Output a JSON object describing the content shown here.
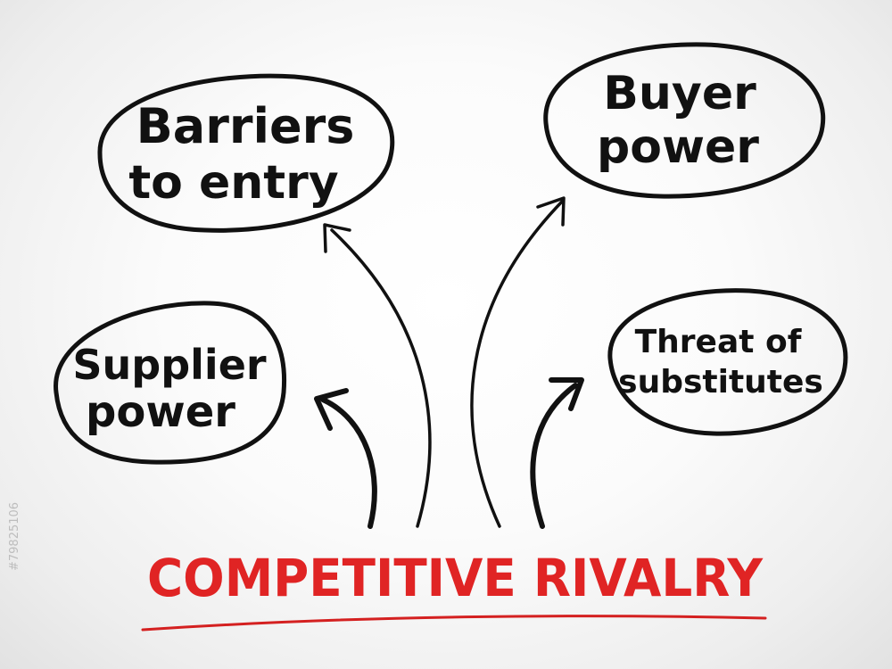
{
  "nodes": {
    "barriers": {
      "line1": "Barriers",
      "line2": "to entry"
    },
    "buyer": {
      "line1": "Buyer",
      "line2": "power"
    },
    "supplier": {
      "line1": "Supplier",
      "line2": "power"
    },
    "threat": {
      "line1": "Threat of",
      "line2": "substitutes"
    }
  },
  "title": "COMPETITIVE RIVALRY",
  "watermark_id": "#79825106",
  "colors": {
    "ink": "#111111",
    "title": "#e02424",
    "underline": "#d42020"
  }
}
